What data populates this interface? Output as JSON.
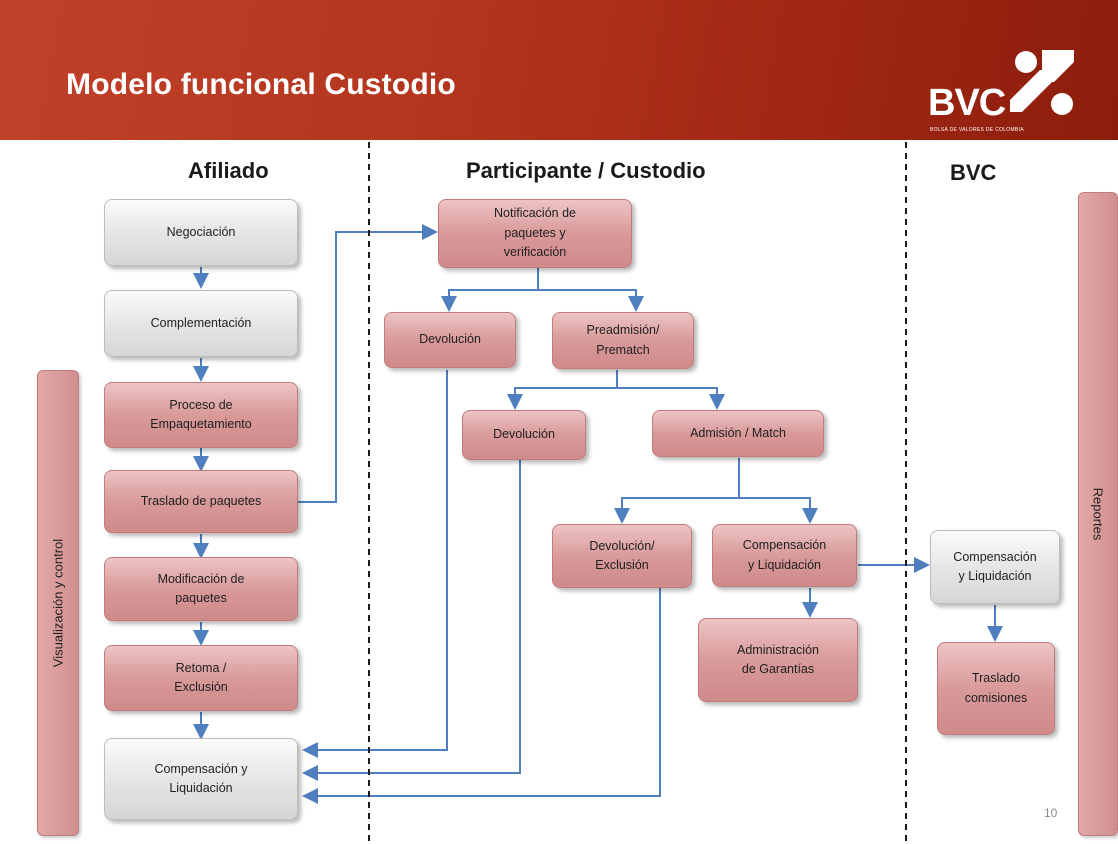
{
  "header": {
    "title": "Modelo funcional Custodio"
  },
  "logo": {
    "word": "BVC",
    "subtitle": "BOLSA DE VALORES DE COLOMBIA"
  },
  "columns": {
    "afiliado": "Afiliado",
    "participante": "Participante / Custodio",
    "bvc": "BVC"
  },
  "side_bars": {
    "left": "Visualización y control",
    "right": "Reportes"
  },
  "afiliado_boxes": {
    "negociacion": "Negociación",
    "complementacion": "Complementación",
    "empaquetamiento": "Proceso de\nEmpaquetamiento",
    "traslado": "Traslado de paquetes",
    "modificacion": "Modificación de\npaquetes",
    "retoma": "Retoma /\nExclusión",
    "compensacion": "Compensación y\nLiquidación"
  },
  "participante_boxes": {
    "notificacion": "Notificación de\npaquetes y\nverificación",
    "devolucion1": "Devolución",
    "preadmision": "Preadmisión/\nPrematch",
    "devolucion2": "Devolución",
    "admision": "Admisión / Match",
    "devolucion_exclusion": "Devolución/\nExclusión",
    "compensacion": "Compensación\ny Liquidación",
    "garantias": "Administración\nde Garantías"
  },
  "bvc_boxes": {
    "compensacion": "Compensación\ny Liquidación",
    "traslado_comisiones": "Traslado\ncomisiones"
  },
  "page_number": "10",
  "colors": {
    "header_red": "#b5371f",
    "box_red": "#d99a9a",
    "box_gray": "#e6e6e6",
    "arrow_blue": "#4f7fbf"
  }
}
